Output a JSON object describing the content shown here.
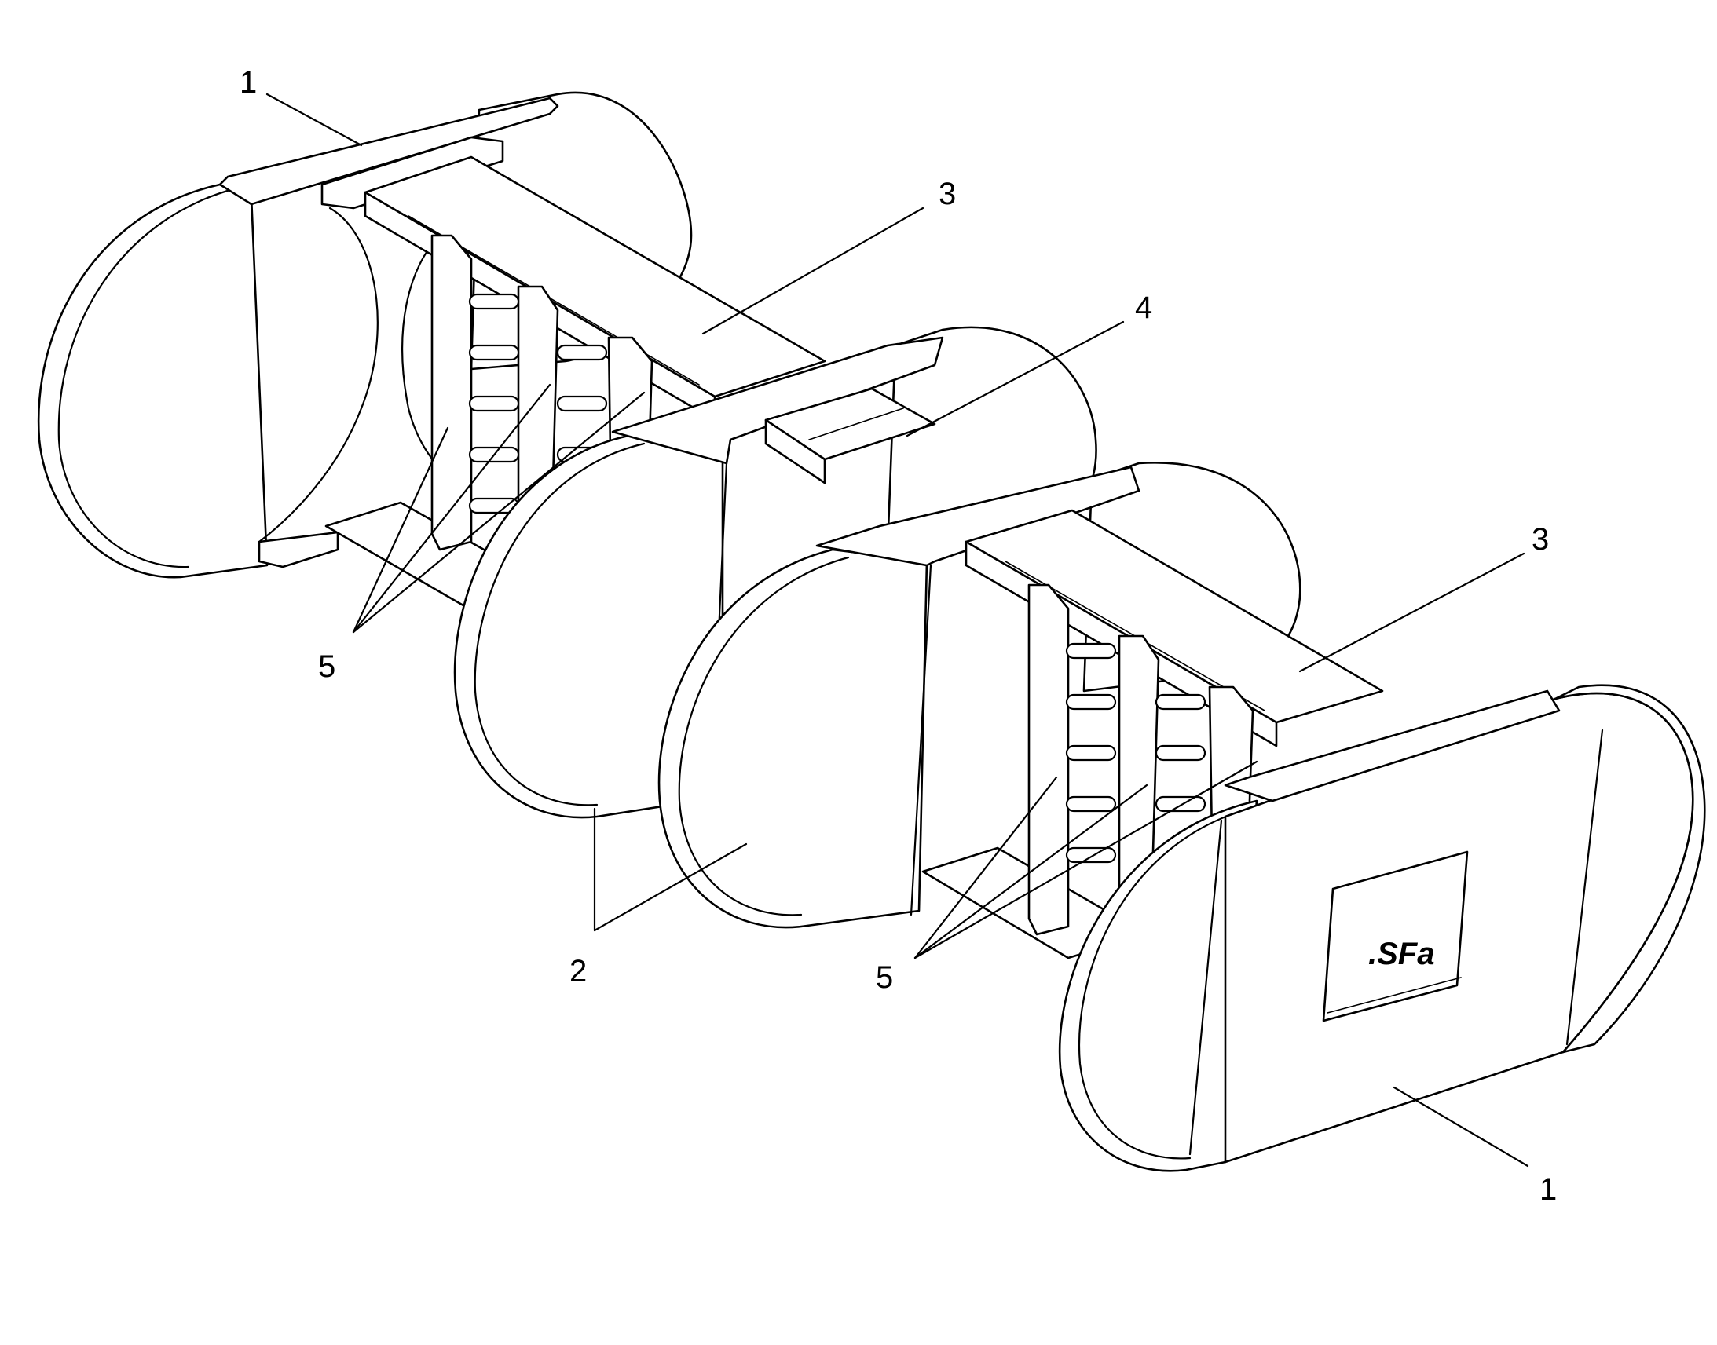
{
  "callouts": [
    {
      "id": "c1a",
      "label": "1"
    },
    {
      "id": "c3a",
      "label": "3"
    },
    {
      "id": "c4",
      "label": "4"
    },
    {
      "id": "c3b",
      "label": "3"
    },
    {
      "id": "c5a",
      "label": "5"
    },
    {
      "id": "c2",
      "label": "2"
    },
    {
      "id": "c5b",
      "label": "5"
    },
    {
      "id": "c1b",
      "label": "1"
    }
  ],
  "logo_text": ".SFa",
  "colors": {
    "line": "#000000",
    "background": "#ffffff"
  }
}
